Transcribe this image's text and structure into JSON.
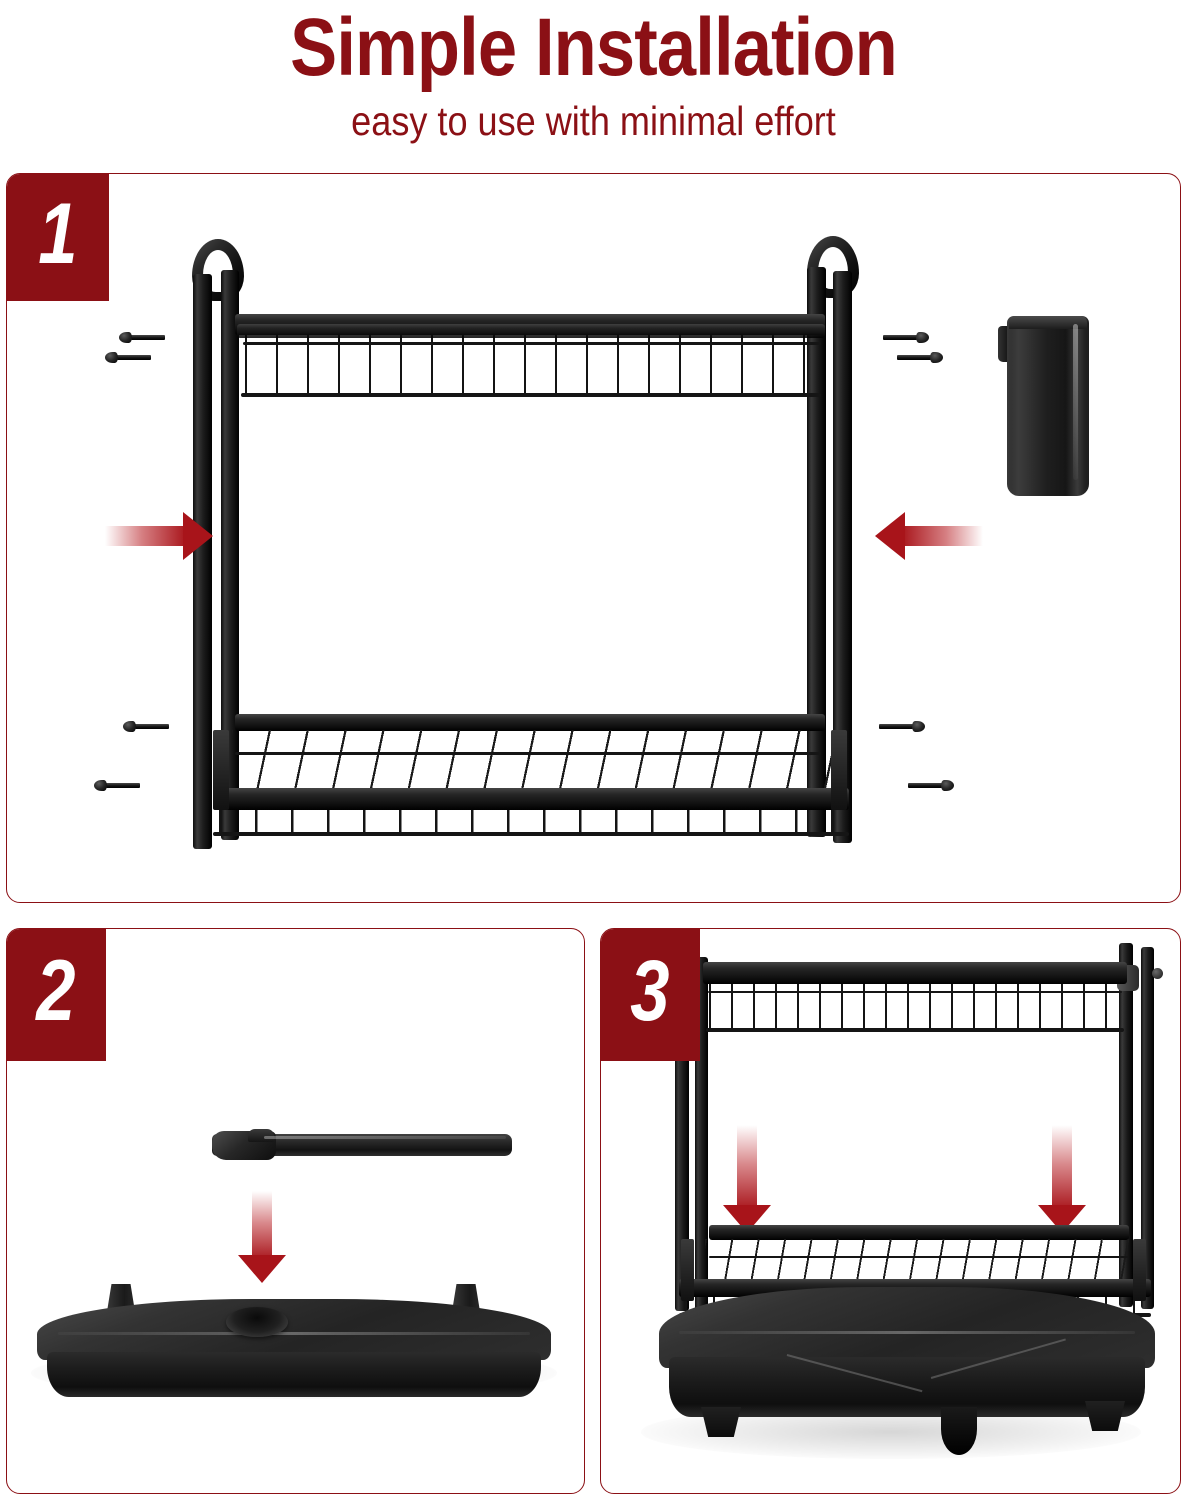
{
  "header": {
    "title": "Simple Installation",
    "subtitle": "easy to use with minimal effort"
  },
  "colors": {
    "brand_red": "#8b1015",
    "arrow_red": "#a8141a",
    "metal_black": "#1a1a1a",
    "panel_background": "#ffffff"
  },
  "panels": [
    {
      "step": "1",
      "name": "attach-side-posts",
      "parts": {
        "rack_frame": "two-tier-wire-rack-frame",
        "top_shelf": "upper-wire-basket-shelf",
        "bottom_shelf": "lower-wire-basket-shelf",
        "side_post_left": "left-vertical-post",
        "side_post_right": "right-vertical-post",
        "accessory": "utensil-holder-cup"
      },
      "screws": {
        "count": 8,
        "groups": [
          {
            "position": "upper-left",
            "count": 2,
            "direction": "left"
          },
          {
            "position": "upper-right",
            "count": 2,
            "direction": "right"
          },
          {
            "position": "lower-left",
            "count": 2,
            "direction": "left"
          },
          {
            "position": "lower-right",
            "count": 2,
            "direction": "right"
          }
        ]
      },
      "arrows": [
        {
          "direction": "right",
          "name": "push-left-post-inward"
        },
        {
          "direction": "left",
          "name": "push-right-post-inward"
        }
      ]
    },
    {
      "step": "2",
      "name": "insert-divider-bar-into-tray",
      "parts": {
        "bar": "drip-tray-edge-bar",
        "tray": "drip-tray-base",
        "tray_spout": "drain-spout",
        "tray_tabs": 2
      },
      "arrows": [
        {
          "direction": "down",
          "name": "lower-bar-into-tray"
        }
      ]
    },
    {
      "step": "3",
      "name": "seat-rack-onto-drip-tray",
      "parts": {
        "rack": "assembled-wire-rack",
        "top_shelf": "upper-wire-basket-shelf",
        "bottom_shelf": "lower-wire-basket-shelf",
        "tray": "drip-tray-with-feet",
        "tray_feet": 3,
        "tray_drain": "drain-outlet"
      },
      "arrows": [
        {
          "direction": "down",
          "name": "lower-rack-left-leg"
        },
        {
          "direction": "down",
          "name": "lower-rack-right-leg"
        }
      ]
    }
  ]
}
